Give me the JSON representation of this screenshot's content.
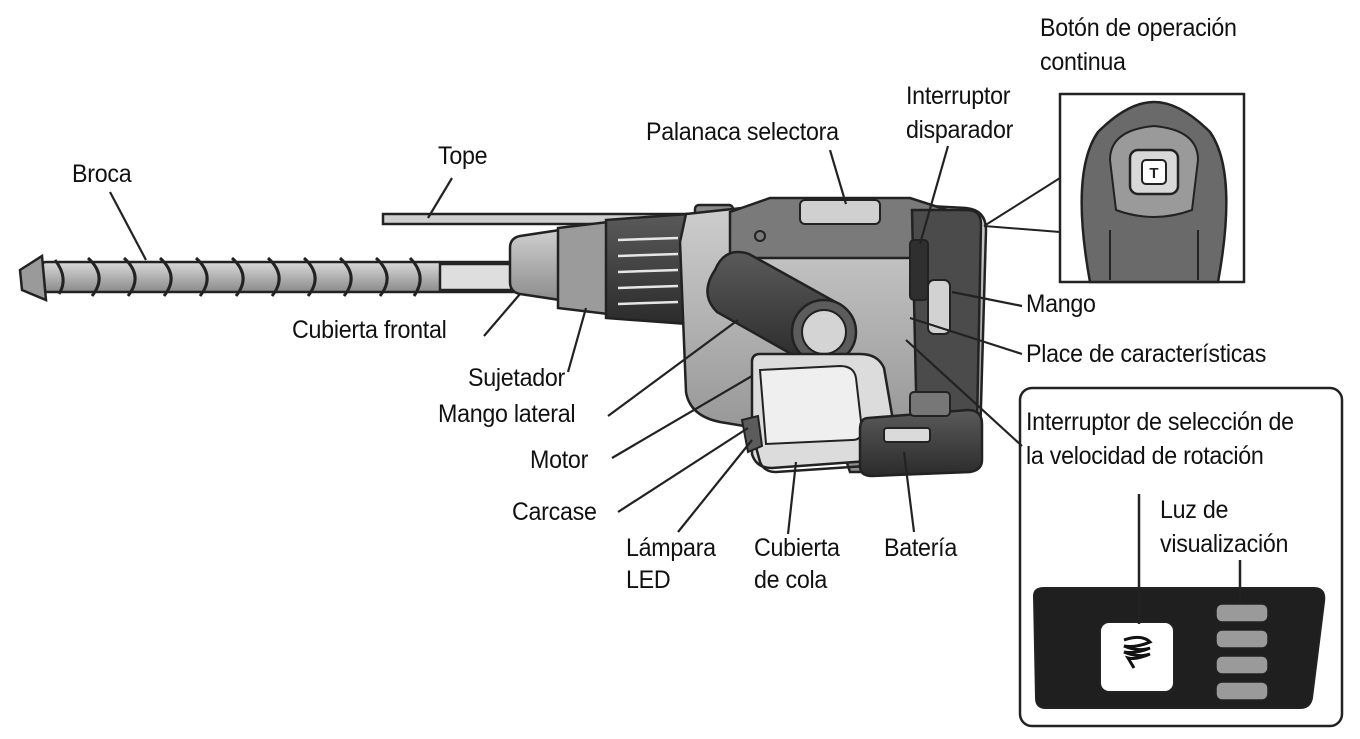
{
  "labels": {
    "broca": "Broca",
    "tope": "Tope",
    "palanca_selectora": "Palanaca selectora",
    "interruptor_disparador_1": "Interruptor",
    "interruptor_disparador_2": "disparador",
    "boton_operacion_1": "Botón de operación",
    "boton_operacion_2": "continua",
    "mango": "Mango",
    "placa_caracteristicas": "Place de características",
    "cubierta_frontal": "Cubierta frontal",
    "sujetador": "Sujetador",
    "mango_lateral": "Mango lateral",
    "motor": "Motor",
    "carcase": "Carcase",
    "lampara_led_1": "Lámpara",
    "lampara_led_2": "LED",
    "cubierta_cola_1": "Cubierta",
    "cubierta_cola_2": "de cola",
    "bateria": "Batería",
    "interruptor_seleccion_1": "Interruptor de selección de",
    "interruptor_seleccion_2": "la velocidad de rotación",
    "luz_visualizacion_1": "Luz de",
    "luz_visualizacion_2": "visualización"
  },
  "icons": {
    "trigger_lock_symbol": "continuous-operation-icon",
    "speed_symbol": "rotation-speed-icon"
  },
  "colors": {
    "ink": "#111111",
    "panel": "#1f1f1f",
    "body_gray": "#b9b9b9"
  }
}
